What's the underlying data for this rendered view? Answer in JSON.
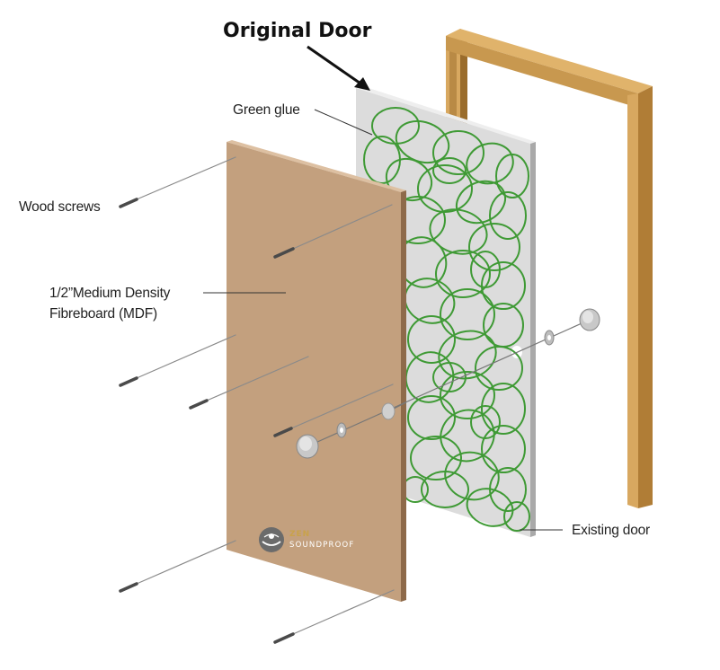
{
  "title": "Original Door",
  "labels": {
    "green_glue": "Green glue",
    "wood_screws": "Wood screws",
    "mdf_line1": "1/2”Medium Density",
    "mdf_line2": "Fibreboard (MDF)",
    "existing_door": "Existing door"
  },
  "logo": {
    "line1": "ZEN",
    "line2": "SOUNDPROOF"
  },
  "colors": {
    "mdf": "#c3a07e",
    "mdf_edge": "#8e6a4a",
    "door": "#dcdcdc",
    "door_edge": "#a9a9a9",
    "glue": "#3f9a35",
    "frame": "#c8984f",
    "frame_shadow": "#8f6428",
    "screw": "#4a4a4a",
    "logo_accent": "#c9a24a"
  }
}
